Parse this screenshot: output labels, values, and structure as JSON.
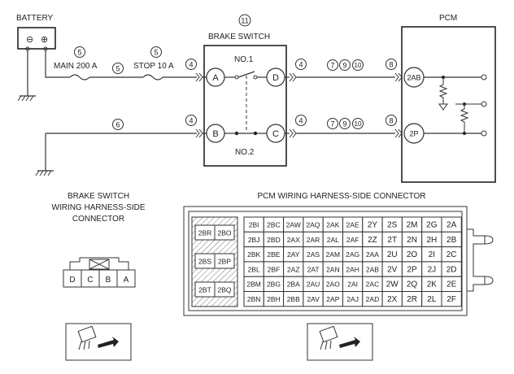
{
  "labels": {
    "battery": "BATTERY",
    "battery_neg": "⊖",
    "battery_pos": "⊕",
    "pcm": "PCM",
    "brake_switch": "BRAKE SWITCH",
    "brake_switch_num": "11",
    "main_fuse": "MAIN 200 A",
    "stop_fuse": "STOP 10 A",
    "no1": "NO.1",
    "no2": "NO.2",
    "bs_connector_title": [
      "BRAKE SWITCH",
      "WIRING HARNESS-SIDE",
      "CONNECTOR"
    ],
    "pcm_connector_title": "PCM WIRING HARNESS-SIDE CONNECTOR"
  },
  "callouts": {
    "main_fuse_num": "5",
    "stop_fuse_num": "5",
    "wire_mid_num": "5",
    "wire_ground_num": "6",
    "a_in": "4",
    "b_in": "4",
    "d_out": "4",
    "c_out": "4",
    "top_seq": [
      "7",
      "9",
      "10"
    ],
    "bottom_seq": [
      "7",
      "9",
      "10"
    ],
    "pcm_top_in": "8",
    "pcm_bottom_in": "8"
  },
  "terminals": {
    "A": "A",
    "B": "B",
    "C": "C",
    "D": "D",
    "pcm_top": "2AB",
    "pcm_bottom": "2P"
  },
  "bs_connector_pins": [
    "D",
    "C",
    "B",
    "A"
  ],
  "pcm_left_block": [
    [
      "2BR",
      "2BO"
    ],
    [
      "2BS",
      "2BP"
    ],
    [
      "2BT",
      "2BQ"
    ]
  ],
  "pcm_grid": [
    [
      "2BI",
      "2BC",
      "2AW",
      "2AQ",
      "2AK",
      "2AE",
      "2Y",
      "2S",
      "2M",
      "2G",
      "2A"
    ],
    [
      "2BJ",
      "2BD",
      "2AX",
      "2AR",
      "2AL",
      "2AF",
      "2Z",
      "2T",
      "2N",
      "2H",
      "2B"
    ],
    [
      "2BK",
      "2BE",
      "2AY",
      "2AS",
      "2AM",
      "2AG",
      "2AA",
      "2U",
      "2O",
      "2I",
      "2C"
    ],
    [
      "2BL",
      "2BF",
      "2AZ",
      "2AT",
      "2AN",
      "2AH",
      "2AB",
      "2V",
      "2P",
      "2J",
      "2D"
    ],
    [
      "2BM",
      "2BG",
      "2BA",
      "2AU",
      "2AO",
      "2AI",
      "2AC",
      "2W",
      "2Q",
      "2K",
      "2E"
    ],
    [
      "2BN",
      "2BH",
      "2BB",
      "2AV",
      "2AP",
      "2AJ",
      "2AD",
      "2X",
      "2R",
      "2L",
      "2F"
    ]
  ]
}
